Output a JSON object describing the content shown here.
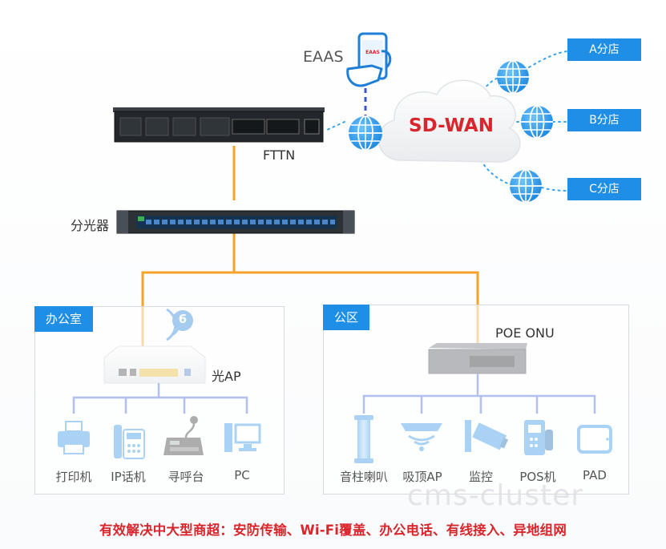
{
  "nodes": {
    "eaas": "EAAS",
    "eaas_phone": "EAAS",
    "sdwan": "SD-WAN",
    "fttn": "FTTN",
    "splitter": "分光器",
    "branches": [
      "A分店",
      "B分店",
      "C分店"
    ],
    "ap_badge": "6",
    "optical_ap": "光AP",
    "poe_onu": "POE ONU"
  },
  "zones": {
    "office": {
      "title": "办公室",
      "devices": [
        "打印机",
        "IP话机",
        "寻呼台",
        "PC"
      ]
    },
    "public": {
      "title": "公区",
      "devices": [
        "音柱喇叭",
        "吸顶AP",
        "监控",
        "POS机",
        "PAD"
      ]
    }
  },
  "footer": "有效解决中大型商超：安防传输、Wi-Fi覆盖、办公电话、有线接入、异地组网",
  "watermark": "cms-cluster",
  "colors": {
    "accent": "#1e8ee6",
    "fiber": "#f5a12a",
    "net": "#3d63d8",
    "footer": "#d8262c"
  }
}
